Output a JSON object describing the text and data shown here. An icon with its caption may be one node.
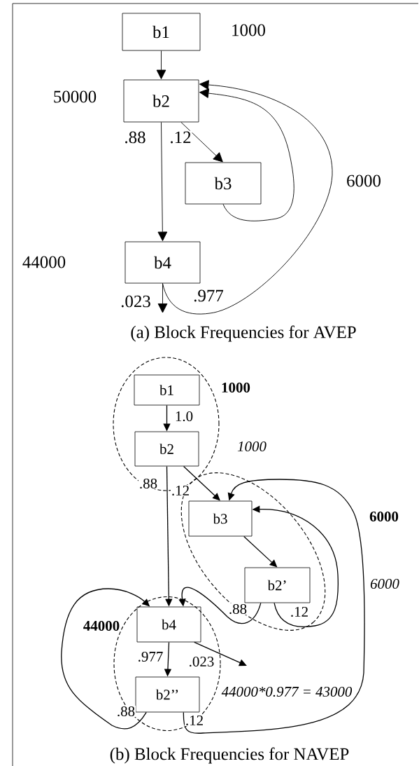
{
  "diagram": {
    "nodes": [
      {
        "text": [
          "b1"
        ],
        "beside": [
          "1000"
        ]
      },
      {
        "text": [
          "b2"
        ],
        "beside": [
          "50000"
        ]
      },
      {
        "text": [
          "b3"
        ]
      },
      {
        "text": [
          "b4"
        ],
        "beside": [
          "44000"
        ]
      },
      {
        "text": [],
        "shape": "ellipse"
      },
      {
        "text": [
          "b1"
        ],
        "in": 4,
        "beside": [
          "1000"
        ]
      },
      {
        "text": [
          "b2"
        ],
        "in": 4,
        "beside": [
          "1000"
        ]
      },
      {
        "text": [],
        "shape": "ellipse"
      },
      {
        "text": [
          "b3"
        ],
        "in": 7
      },
      {
        "text": [
          "b2’"
        ],
        "in": 7
      },
      {
        "text": [],
        "shape": "ellipse"
      },
      {
        "text": [
          "b4"
        ],
        "in": 10,
        "beside": [
          "44000"
        ]
      },
      {
        "text": [
          "b2’’"
        ],
        "in": 10,
        "beside": [
          "44000*0.977 = 43000"
        ]
      }
    ],
    "edges": [
      {
        "from": 0,
        "to": 1,
        "arrow": "to"
      },
      {
        "from": 1,
        "to": 2,
        "arrow": "to",
        "label": ".12"
      },
      {
        "from": 1,
        "to": 3,
        "arrow": "to",
        "label": ".88"
      },
      {
        "from": 2,
        "to": 1,
        "arrow": "to"
      },
      {
        "from": 3,
        "to": 1,
        "arrow": "to",
        "label": ".977"
      },
      {
        "from": 3,
        "to": null,
        "arrow": "to",
        "label": ".023"
      },
      {
        "from": 5,
        "to": 6,
        "arrow": "to",
        "label": "1.0"
      },
      {
        "from": 6,
        "to": 8,
        "arrow": "to",
        "label": ".12"
      },
      {
        "from": 6,
        "to": 11,
        "arrow": "to",
        "label": ".88"
      },
      {
        "from": 8,
        "to": 9,
        "arrow": "to"
      },
      {
        "from": 9,
        "to": 11,
        "arrow": "to",
        "label": ".88"
      },
      {
        "from": 9,
        "to": 8,
        "arrow": "to",
        "label": ".12"
      },
      {
        "from": 11,
        "to": 12,
        "arrow": "to",
        "label": ".977"
      },
      {
        "from": 11,
        "to": null,
        "arrow": "to",
        "label": ".023"
      },
      {
        "from": 12,
        "to": 11,
        "arrow": "to",
        "label": ".88"
      },
      {
        "from": 12,
        "to": 8,
        "arrow": "to",
        "label": ".12"
      }
    ],
    "labels": [
      "6000",
      "(a) Block Frequencies for AVEP",
      "6000",
      "6000",
      "(b) Block Frequencies for NAVEP"
    ]
  }
}
